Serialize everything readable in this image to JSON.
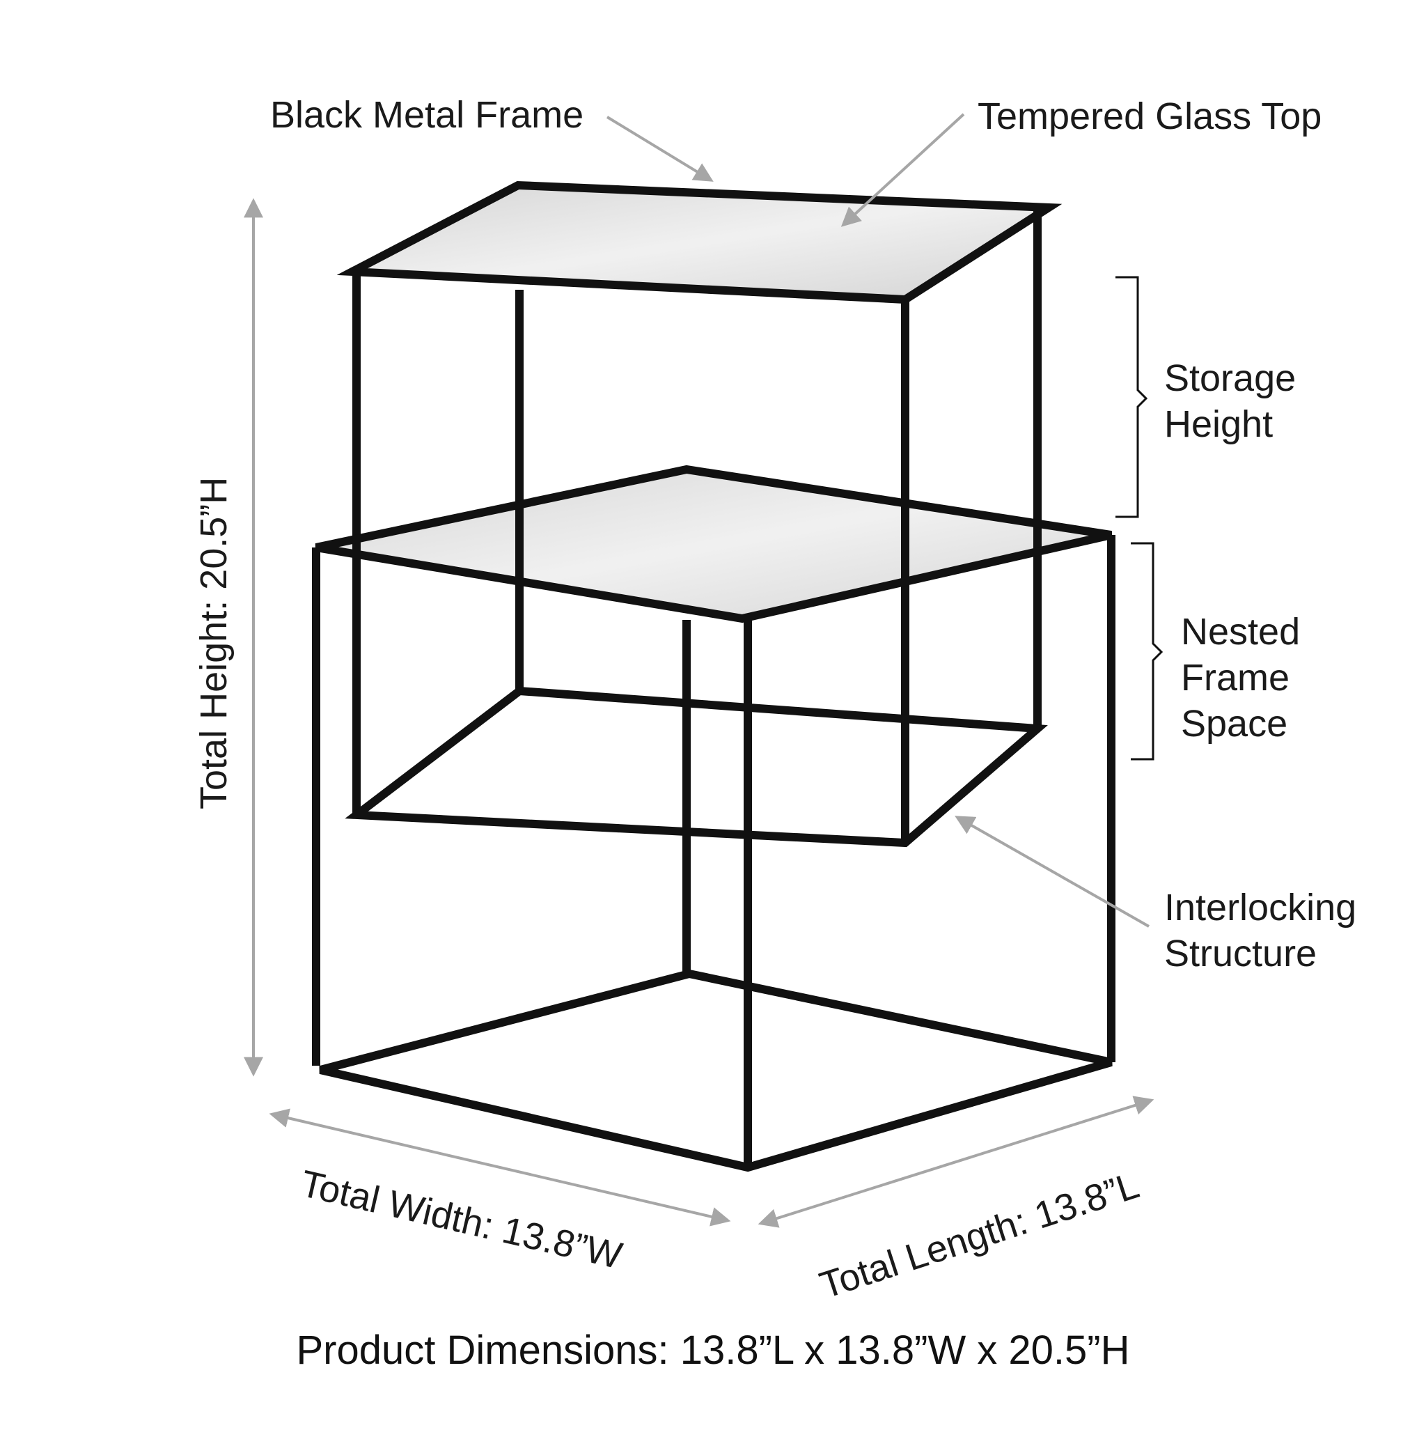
{
  "labels": {
    "black_metal_frame": "Black Metal Frame",
    "tempered_glass_top": "Tempered Glass Top",
    "storage_height": [
      "Storage",
      "Height"
    ],
    "nested_frame_space": [
      "Nested",
      "Frame",
      "Space"
    ],
    "interlocking_structure": [
      "Interlocking",
      "Structure"
    ],
    "total_height": "Total Height: 20.5”H",
    "total_width": "Total Width: 13.8”W",
    "total_length": "Total Length: 13.8”L"
  },
  "caption": "Product Dimensions: 13.8”L x 13.8”W x 20.5”H",
  "colors": {
    "frame": "#111111",
    "glass": "#d9d9d9",
    "arrow": "#a6a6a6",
    "text": "#1a1a1a"
  }
}
